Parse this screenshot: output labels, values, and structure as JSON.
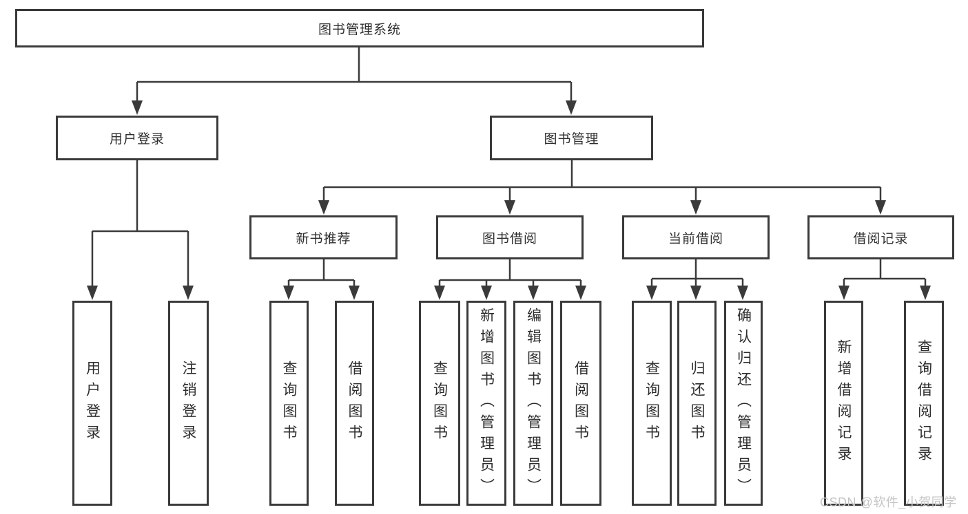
{
  "tree": {
    "root": {
      "label": "图书管理系统"
    },
    "children": [
      {
        "label": "用户登录",
        "children": [
          {
            "label": "用户登录"
          },
          {
            "label": "注销登录"
          }
        ]
      },
      {
        "label": "图书管理",
        "children": [
          {
            "label": "新书推荐",
            "children": [
              {
                "label": "查询图书"
              },
              {
                "label": "借阅图书"
              }
            ]
          },
          {
            "label": "图书借阅",
            "children": [
              {
                "label": "查询图书"
              },
              {
                "label": "新增图书（管理员）"
              },
              {
                "label": "编辑图书（管理员）"
              },
              {
                "label": "借阅图书"
              }
            ]
          },
          {
            "label": "当前借阅",
            "children": [
              {
                "label": "查询图书"
              },
              {
                "label": "归还图书"
              },
              {
                "label": "确认归还（管理员）"
              }
            ]
          },
          {
            "label": "借阅记录",
            "children": [
              {
                "label": "新增借阅记录"
              },
              {
                "label": "查询借阅记录"
              }
            ]
          }
        ]
      }
    ]
  },
  "watermark": "CSDN @软件_小贺同学",
  "colors": {
    "line": "#3a3a3a",
    "text": "#2d2d2d",
    "watermark_text": "#c5c5c5",
    "background": "#ffffff"
  }
}
